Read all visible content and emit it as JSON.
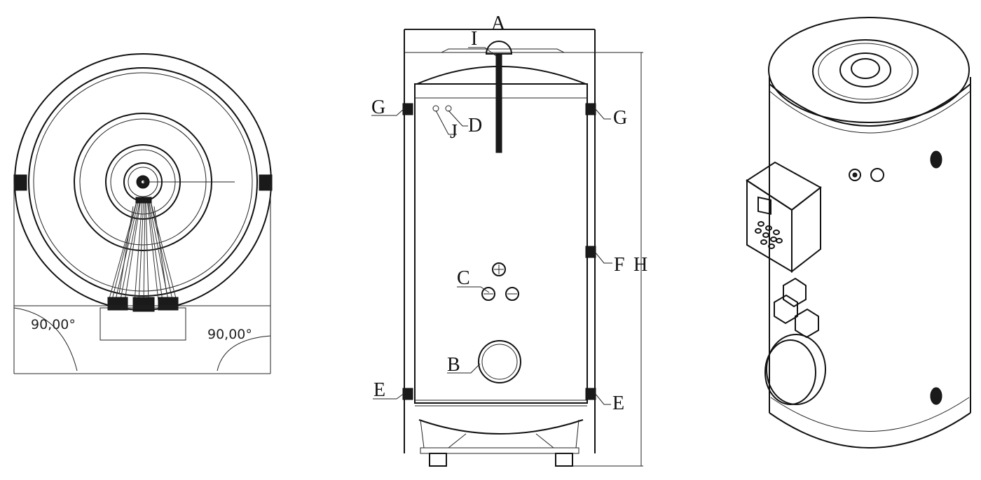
{
  "angles": {
    "left": "90,00°",
    "right": "90,00°"
  },
  "labels": {
    "A": "A",
    "I": "I",
    "G_left": "G",
    "G_right": "G",
    "J": "J",
    "D": "D",
    "C": "C",
    "F": "F",
    "H": "H",
    "B": "B",
    "E_left": "E",
    "E_right": "E"
  }
}
